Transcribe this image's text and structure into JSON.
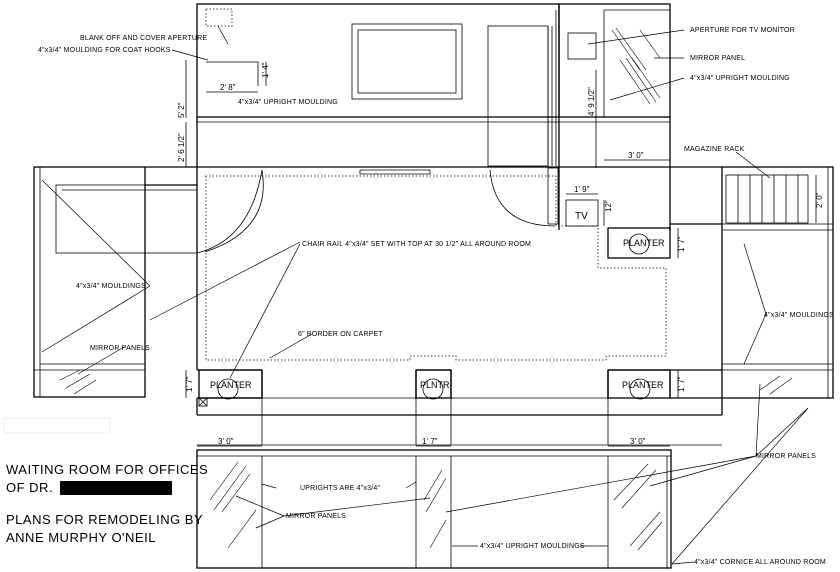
{
  "labels": {
    "blank_off": "BLANK OFF AND COVER APERTURE",
    "coat_hooks": "4\"x3/4\" MOULDING FOR COAT HOOKS",
    "upright_moulding_top": "4\"x3/4\" UPRIGHT MOULDING",
    "aperture_tv": "APERTURE FOR TV MONITOR",
    "mirror_panel_tr": "MIRROR PANEL",
    "upright_moulding_tr": "4\"x3/4\" UPRIGHT MOULDING",
    "magazine_rack": "MAGAZINE RACK",
    "chair_rail": "CHAIR RAIL 4\"x3/4\" SET WITH TOP AT 30 1/2\" ALL AROUND ROOM",
    "mouldings_left": "4\"x3/4\" MOULDINGS",
    "mouldings_right": "4\"x3/4\" MOULDINGS",
    "mirror_panels_left": "MIRROR PANELS",
    "border_carpet": "6\" BORDER ON CARPET",
    "mirror_panels_right": "MIRROR PANELS",
    "uprights": "UPRIGHTS ARE 4\"x3/4\"",
    "mirror_panels_bottom": "MIRROR PANELS",
    "upright_mouldings_bottom": "4\"x3/4\" UPRIGHT MOULDINGS",
    "cornice": "4\"x3/4\" CORNICE ALL AROUND ROOM"
  },
  "planters": {
    "top_right": "PLANTER",
    "bottom_left": "PLANTER",
    "bottom_middle": "PLNTR",
    "bottom_right": "PLANTER"
  },
  "tv": "TV",
  "dimensions": {
    "d_2_8": "2' 8\"",
    "d_1_4": "1' 4\"",
    "d_5_2": "5' 2\"",
    "d_2_6_half": "2' 6 1/2\"",
    "d_4_9_half": "4' 9 1/2\"",
    "d_3_0_top": "3' 0\"",
    "d_1_9": "1' 9\"",
    "d_12": "12\"",
    "d_2_0": "2' 0\"",
    "d_1_7_tr": "1' 7\"",
    "d_1_7_left": "1' 7\"",
    "d_1_7_right": "1' 7\"",
    "d_3_0_bl": "3' 0\"",
    "d_1_7_bm": "1' 7\"",
    "d_3_0_br": "3' 0\""
  },
  "title": {
    "line1": "WAITING ROOM FOR OFFICES",
    "line2": "OF DR.",
    "line3": "PLANS FOR REMODELING BY",
    "line4": "ANNE MURPHY O'NEIL"
  }
}
